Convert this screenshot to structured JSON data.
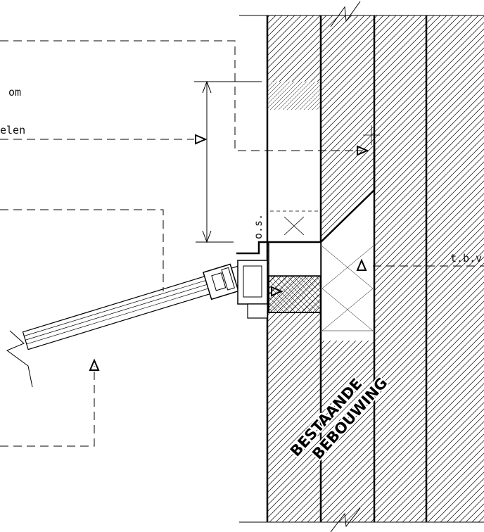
{
  "labels": {
    "note_om": "om",
    "note_elen": "elen",
    "note_os": "o.s.",
    "note_tbv": "t.b.v",
    "stamp_line1": "BESTAANDE",
    "stamp_line2": "BEBOUWING"
  },
  "colors": {
    "line": "#000000",
    "background": "#ffffff"
  }
}
